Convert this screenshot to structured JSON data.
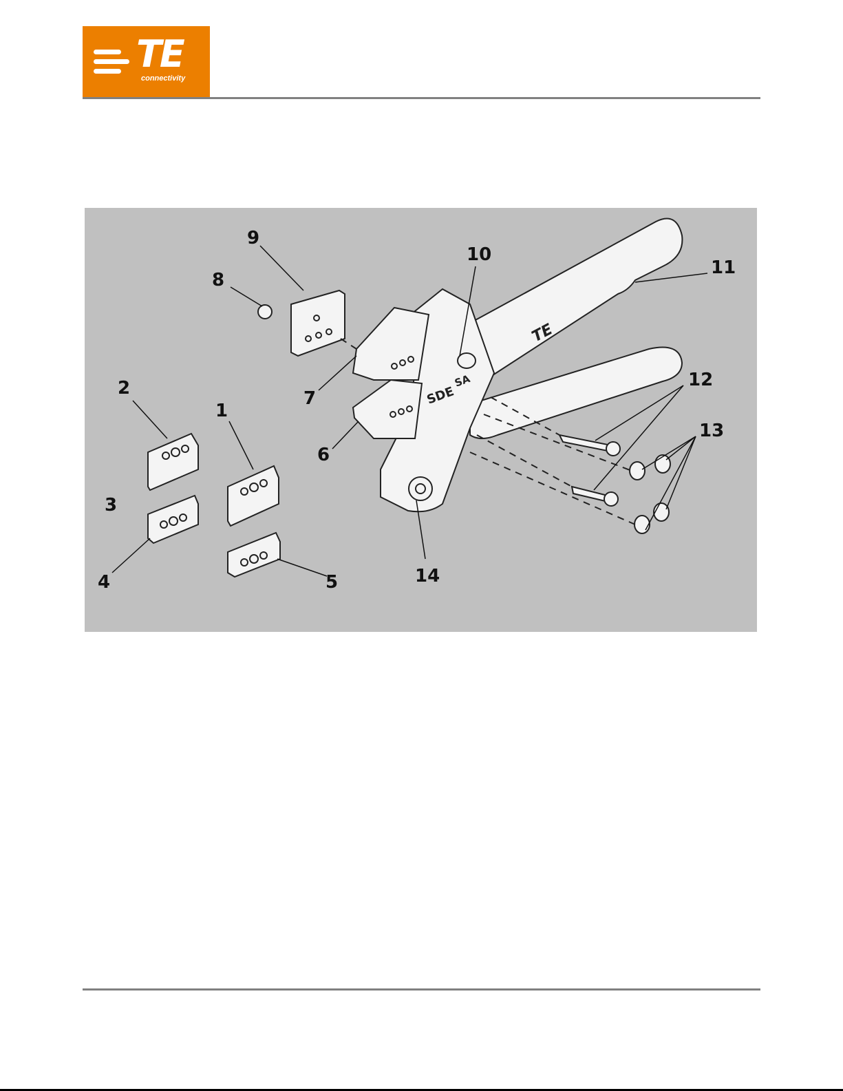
{
  "header": {
    "logo_text": "TE",
    "logo_tagline": "connectivity",
    "brand_color": "#ec7f00"
  },
  "figure": {
    "background": "#c0c0c0",
    "handle_marking": "TE",
    "frame_marking_large": "SDE",
    "frame_marking_small": "SA",
    "callouts": [
      "1",
      "2",
      "3",
      "4",
      "5",
      "6",
      "7",
      "8",
      "9",
      "10",
      "11",
      "12",
      "13",
      "14"
    ]
  }
}
